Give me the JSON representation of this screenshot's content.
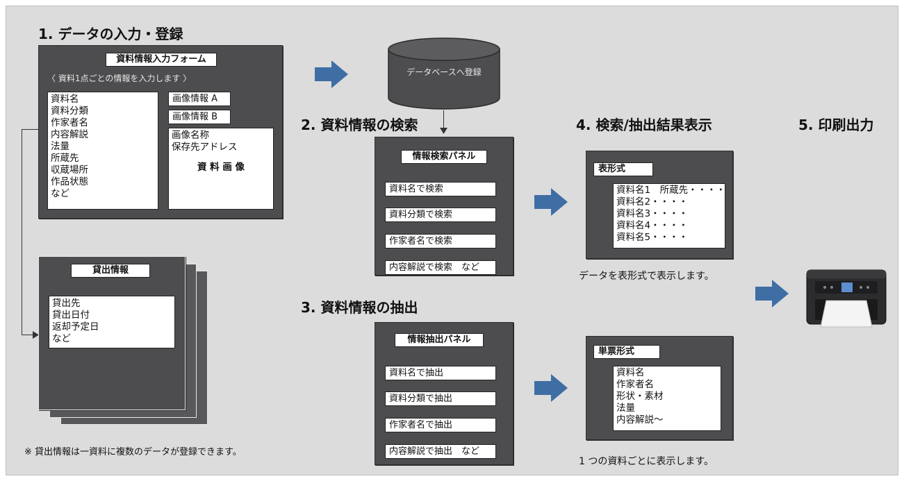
{
  "steps": {
    "step1": "1. データの入力・登録",
    "step2": "2. 資料情報の検索",
    "step3": "3. 資料情報の抽出",
    "step4": "4. 検索/抽出結果表示",
    "step5": "5. 印刷出力"
  },
  "input_form": {
    "title": "資料情報入力フォーム",
    "subtitle": "〈 資料1点ごとの情報を入力します 〉",
    "fields": [
      "資料名",
      "資料分類",
      "作家者名",
      "内容解説",
      "法量",
      "所蔵先",
      "収蔵場所",
      "作品状態",
      "など"
    ],
    "image_a": "画像情報 A",
    "image_b": "画像情報 B",
    "image_fields": [
      "画像名称",
      "保存先アドレス"
    ],
    "image_label": "資 料 画 像"
  },
  "loan": {
    "title": "貸出情報",
    "fields": [
      "貸出先",
      "貸出日付",
      "返却予定日",
      "など"
    ]
  },
  "loan_note": "※ 貸出情報は一資料に複数のデータが登録できます。",
  "database": {
    "label": "データベースへ登録"
  },
  "search_panel": {
    "title": "情報検索パネル",
    "buttons": [
      "資料名で検索",
      "資料分類で検索",
      "作家者名で検索",
      "内容解説で検索　など"
    ]
  },
  "extract_panel": {
    "title": "情報抽出パネル",
    "buttons": [
      "資料名で抽出",
      "資料分類で抽出",
      "作家者名で抽出",
      "内容解説で抽出　など"
    ]
  },
  "table_view": {
    "title": "表形式",
    "rows": [
      "資料名1　所蔵先・・・・",
      "資料名2・・・・",
      "資料名3・・・・",
      "資料名4・・・・",
      "資料名5・・・・"
    ],
    "caption": "データを表形式で表示します。"
  },
  "single_view": {
    "title": "単票形式",
    "rows": [
      "資料名",
      "作家者名",
      "形状・素材",
      "法量",
      "内容解説～"
    ],
    "caption": "1 つの資料ごとに表示します。"
  },
  "colors": {
    "arrow": "#3f6ea5",
    "panel": "#4d4d4f",
    "background": "#dcdcdc"
  }
}
